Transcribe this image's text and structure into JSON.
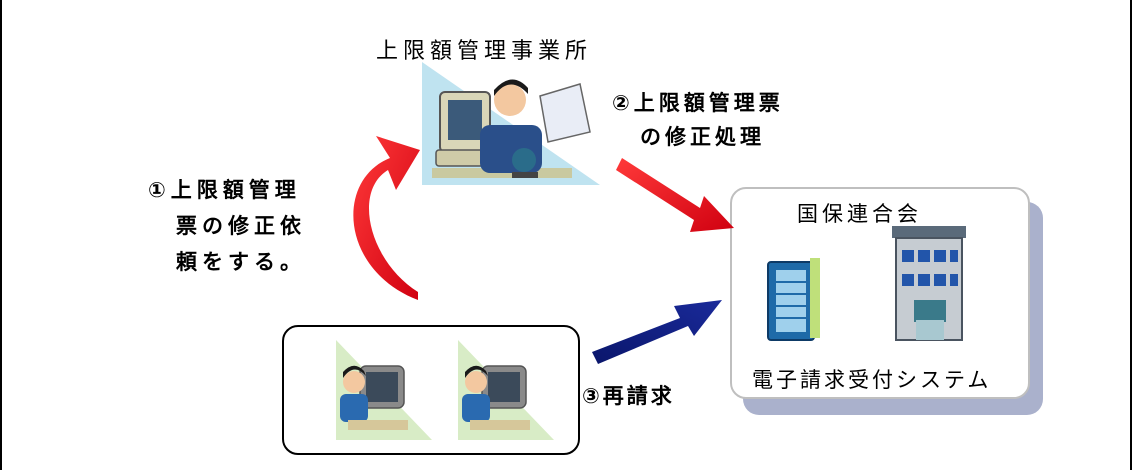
{
  "office": {
    "title": "上限額管理事業所"
  },
  "steps": {
    "step1": {
      "lines": [
        "①上限額管理",
        "票の修正依",
        "頼をする。"
      ]
    },
    "step2": {
      "lines": [
        "②上限額管理票",
        "の修正処理"
      ]
    },
    "step3": {
      "label": "③再請求"
    }
  },
  "federation": {
    "title": "国保連合会",
    "system_label": "電子請求受付システム"
  },
  "colors": {
    "arrow_red": "#e8101a",
    "arrow_navy": "#0d1a7a",
    "box_shadow": "#aab1cc"
  },
  "icons": [
    "computer-worker-icon",
    "server-rack-icon",
    "office-building-icon",
    "computer-user-icon"
  ]
}
